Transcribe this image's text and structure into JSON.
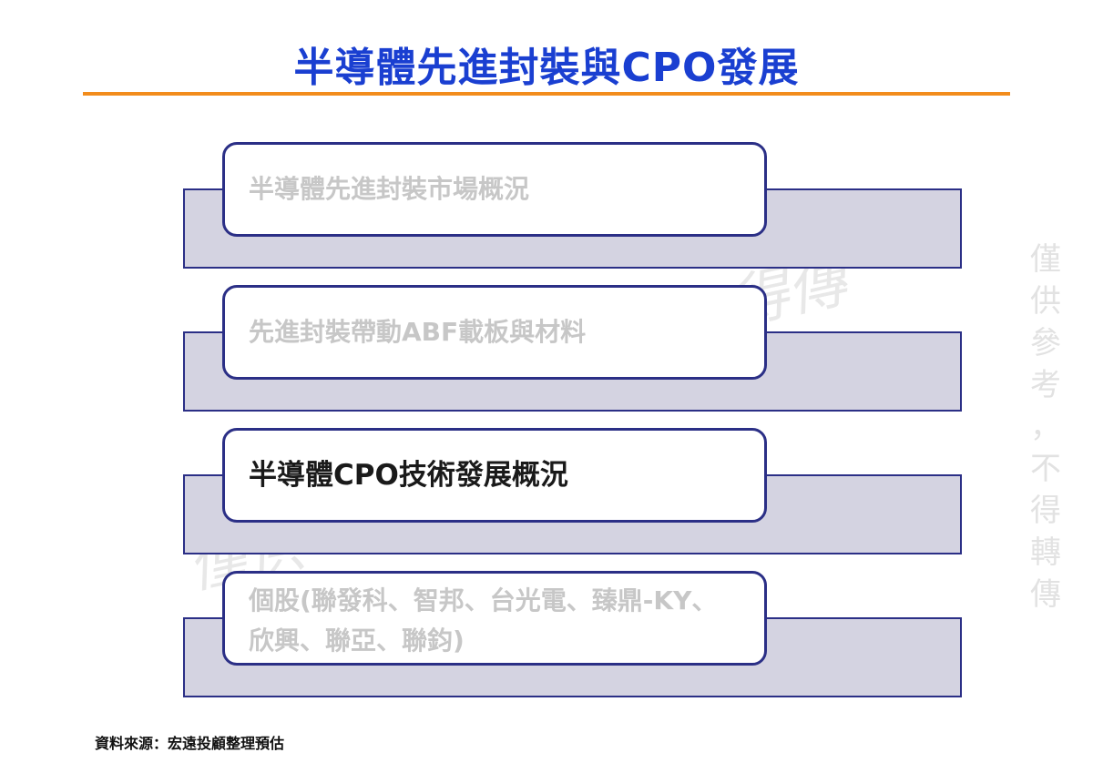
{
  "header": {
    "title": "半導體先進封裝與CPO發展"
  },
  "agenda": {
    "items": [
      {
        "label": "半導體先進封裝市場概況"
      },
      {
        "label": "先進封裝帶動ABF載板與材料"
      },
      {
        "label": "半導體CPO技術發展概況"
      },
      {
        "label": "個股(聯發科、智邦、台光電、臻鼎-KY、欣興、聯亞、聯鈞)"
      }
    ],
    "active_index": 2
  },
  "watermark": {
    "vertical": "僅\n供\n參\n考\n，\n不\n得\n轉\n傳",
    "diagonal": [
      "得傳",
      "僅供"
    ]
  },
  "footer": {
    "source": "資料來源：宏遠投顧整理預估"
  },
  "colors": {
    "title": "#1a3fd1",
    "rule": "#f28c1c",
    "border": "#2b2f86",
    "band": "#d4d3e1",
    "inactive_text": "#c7c7c7",
    "active_text": "#1a1a1a"
  }
}
